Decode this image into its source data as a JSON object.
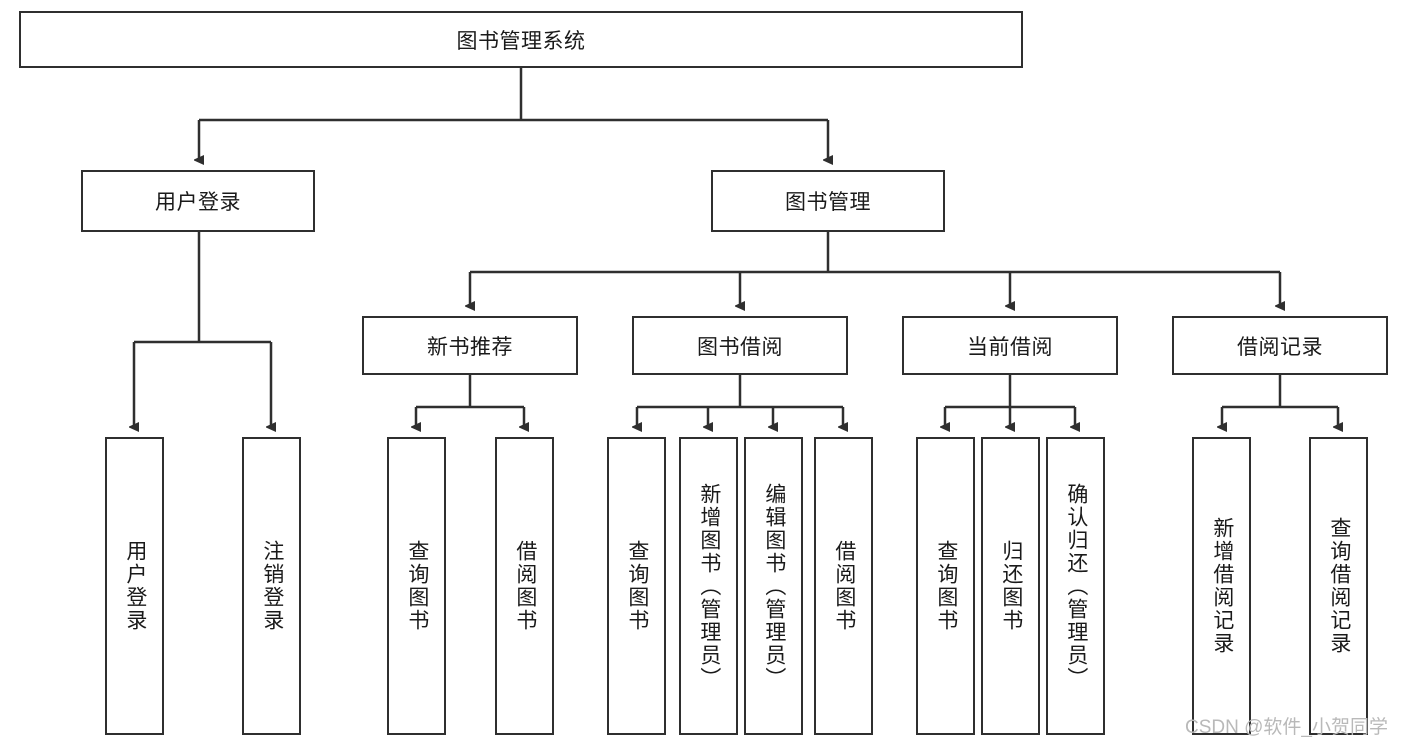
{
  "diagram": {
    "type": "tree-hierarchy-flowchart",
    "title": "图书管理系统",
    "root": {
      "label": "图书管理系统",
      "id": "root"
    },
    "level2": [
      {
        "id": "user-login",
        "label": "用户登录"
      },
      {
        "id": "book-management",
        "label": "图书管理"
      }
    ],
    "level3": [
      {
        "id": "new-book-recommend",
        "label": "新书推荐"
      },
      {
        "id": "book-borrow",
        "label": "图书借阅"
      },
      {
        "id": "current-borrow",
        "label": "当前借阅"
      },
      {
        "id": "borrow-record",
        "label": "借阅记录"
      }
    ],
    "leaves": {
      "user_login": [
        {
          "id": "leaf-user-login",
          "label": "用户登录"
        },
        {
          "id": "leaf-logout-login",
          "label": "注销登录"
        }
      ],
      "new_book_recommend": [
        {
          "id": "leaf-query-book-1",
          "label": "查询图书"
        },
        {
          "id": "leaf-borrow-book-1",
          "label": "借阅图书"
        }
      ],
      "book_borrow": [
        {
          "id": "leaf-query-book-2",
          "label": "查询图书"
        },
        {
          "id": "leaf-add-book",
          "label": "新增图书（管理员）"
        },
        {
          "id": "leaf-edit-book",
          "label": "编辑图书（管理员）"
        },
        {
          "id": "leaf-borrow-book-2",
          "label": "借阅图书"
        }
      ],
      "current_borrow": [
        {
          "id": "leaf-query-book-3",
          "label": "查询图书"
        },
        {
          "id": "leaf-return-book",
          "label": "归还图书"
        },
        {
          "id": "leaf-confirm-return",
          "label": "确认归还（管理员）"
        }
      ],
      "borrow_record": [
        {
          "id": "leaf-add-record",
          "label": "新增借阅记录"
        },
        {
          "id": "leaf-query-record",
          "label": "查询借阅记录"
        }
      ]
    }
  },
  "watermark": {
    "text": "CSDN @软件_小贺同学"
  },
  "colors": {
    "stroke": "#2f2f2f",
    "fill": "#ffffff",
    "text": "#1a1a1a",
    "watermark": "#b9b9b9"
  }
}
